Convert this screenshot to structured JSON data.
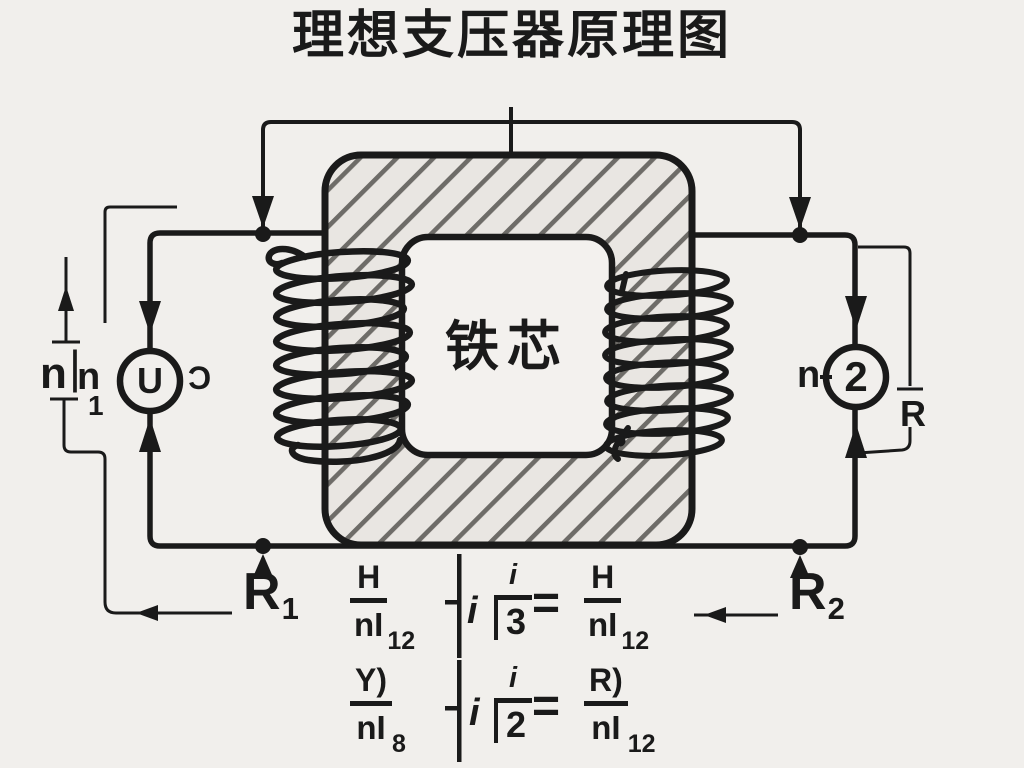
{
  "page": {
    "background_color": "#f1efec",
    "ink_color": "#1a1a1a",
    "core_fill_color": "#e9e6e2",
    "hatch_color": "#6e6c68"
  },
  "title": "理想支压器原理图",
  "core": {
    "label": "铁芯"
  },
  "primary_side": {
    "turns_label": "n",
    "divider": "|",
    "turns_label_2": "n",
    "turns_subscript": "1",
    "source_symbol": "U",
    "artifact_mark": "Ɔ",
    "resistor_label": "R",
    "resistor_subscript": "1"
  },
  "secondary_side": {
    "turns_label": "n",
    "meter_symbol": "2",
    "load_label": "R",
    "resistor_label": "R",
    "resistor_subscript": "2"
  },
  "equations": [
    {
      "lhs_num": "H",
      "lhs_den": "nI",
      "lhs_sub": "12",
      "mid_i": "i",
      "mid_num": "i",
      "mid_den": "3",
      "equals": "=",
      "rhs_num": "H",
      "rhs_den": "nI",
      "rhs_sub": "12"
    },
    {
      "lhs_num": "Y)",
      "lhs_den": "nI",
      "lhs_sub": "8",
      "mid_i": "i",
      "mid_num": "i",
      "mid_den": "2",
      "equals": "=",
      "rhs_num": "R)",
      "rhs_den": "nI",
      "rhs_sub": "12"
    }
  ]
}
